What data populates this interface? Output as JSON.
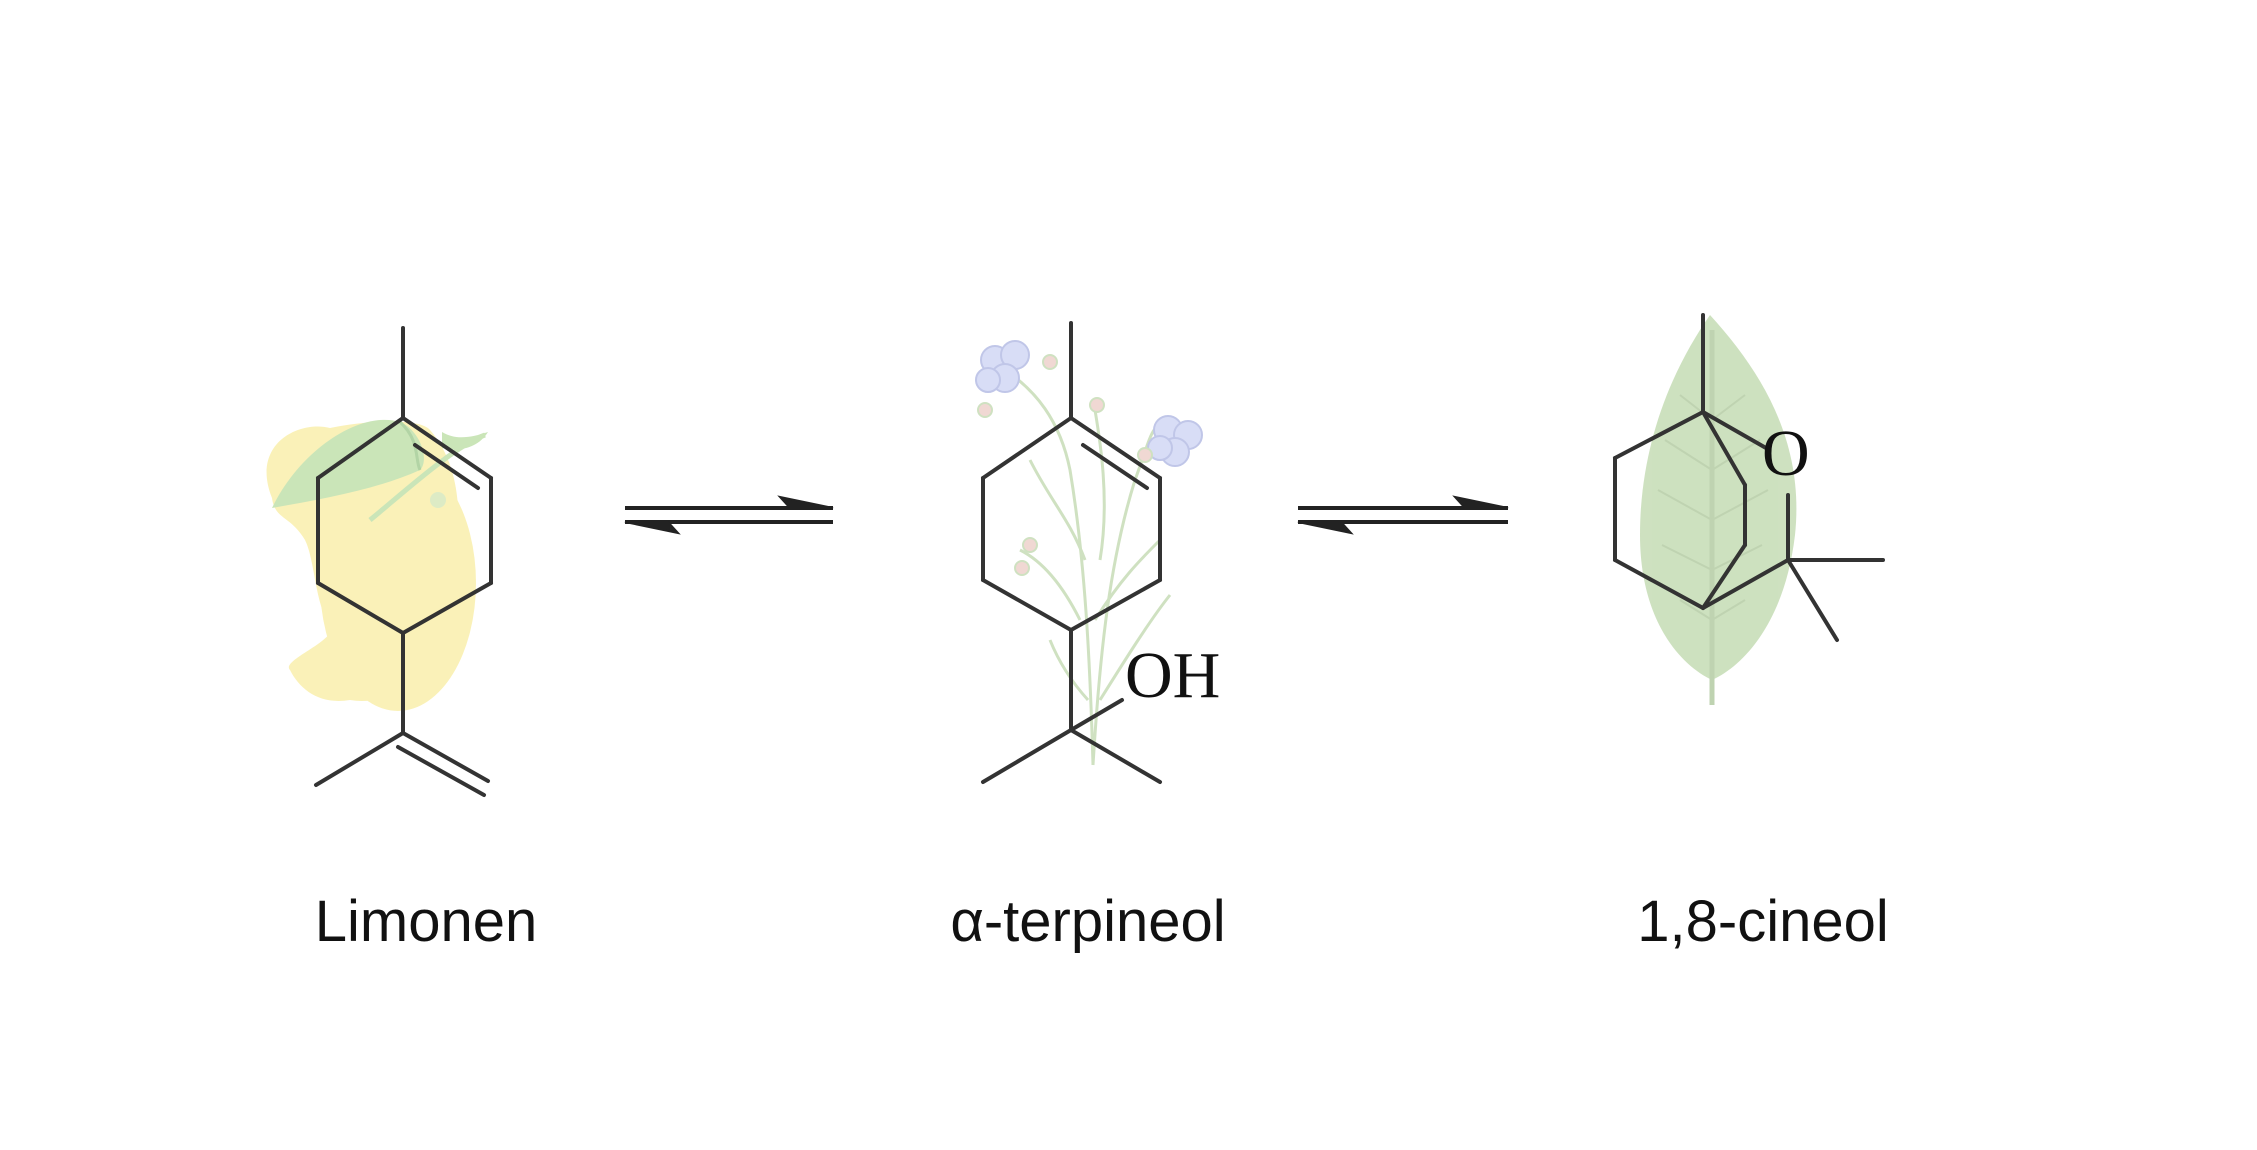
{
  "compounds": [
    {
      "name": "Limonen",
      "illustration": "lemon-icon"
    },
    {
      "name": "α-terpineol",
      "illustration": "flower-sprig-icon",
      "atom_label": "OH"
    },
    {
      "name": "1,8-cineol",
      "illustration": "leaf-icon",
      "atom_label": "O"
    }
  ],
  "arrows": [
    {
      "type": "equilibrium",
      "between": [
        "Limonen",
        "α-terpineol"
      ]
    },
    {
      "type": "equilibrium",
      "between": [
        "α-terpineol",
        "1,8-cineol"
      ]
    }
  ],
  "colors": {
    "bond": "#333333",
    "lemon": "#f7e98a",
    "citrus_leaf": "#a8d48a",
    "eucalyptus_leaf": "#a6c98c",
    "flower": "#b9c2ef"
  }
}
